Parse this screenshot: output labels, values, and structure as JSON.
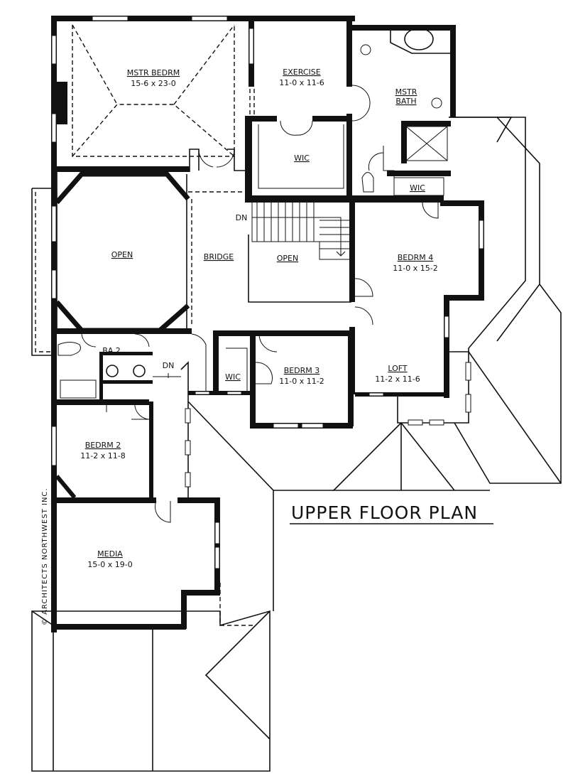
{
  "plan": {
    "title": "UPPER FLOOR PLAN",
    "copyright": "© ARCHITECTS NORTHWEST INC.",
    "rooms": {
      "master_bedroom": {
        "name": "MSTR BEDRM",
        "size": "15-6 x 23-0"
      },
      "exercise": {
        "name": "EXERCISE",
        "size": "11-0 x 11-6"
      },
      "master_bath": {
        "name_line1": "MSTR",
        "name_line2": "BATH"
      },
      "wic_master": {
        "name": "WIC"
      },
      "wic_bath": {
        "name": "WIC"
      },
      "open_left": {
        "name": "OPEN"
      },
      "bridge": {
        "name": "BRIDGE"
      },
      "open_stair": {
        "name": "OPEN"
      },
      "stair_dn_upper": {
        "name": "DN"
      },
      "bedroom_4": {
        "name": "BEDRM 4",
        "size": "11-0 x 15-2"
      },
      "bath_2": {
        "name": "BA 2"
      },
      "stair_dn_lower": {
        "name": "DN"
      },
      "wic_bedroom_3": {
        "name": "WIC"
      },
      "bedroom_3": {
        "name": "BEDRM 3",
        "size": "11-0 x 11-2"
      },
      "loft": {
        "name": "LOFT",
        "size": "11-2 x 11-6"
      },
      "bedroom_2": {
        "name": "BEDRM 2",
        "size": "11-2 x 11-8"
      },
      "media": {
        "name": "MEDIA",
        "size": "15-0 x 19-0"
      }
    }
  }
}
